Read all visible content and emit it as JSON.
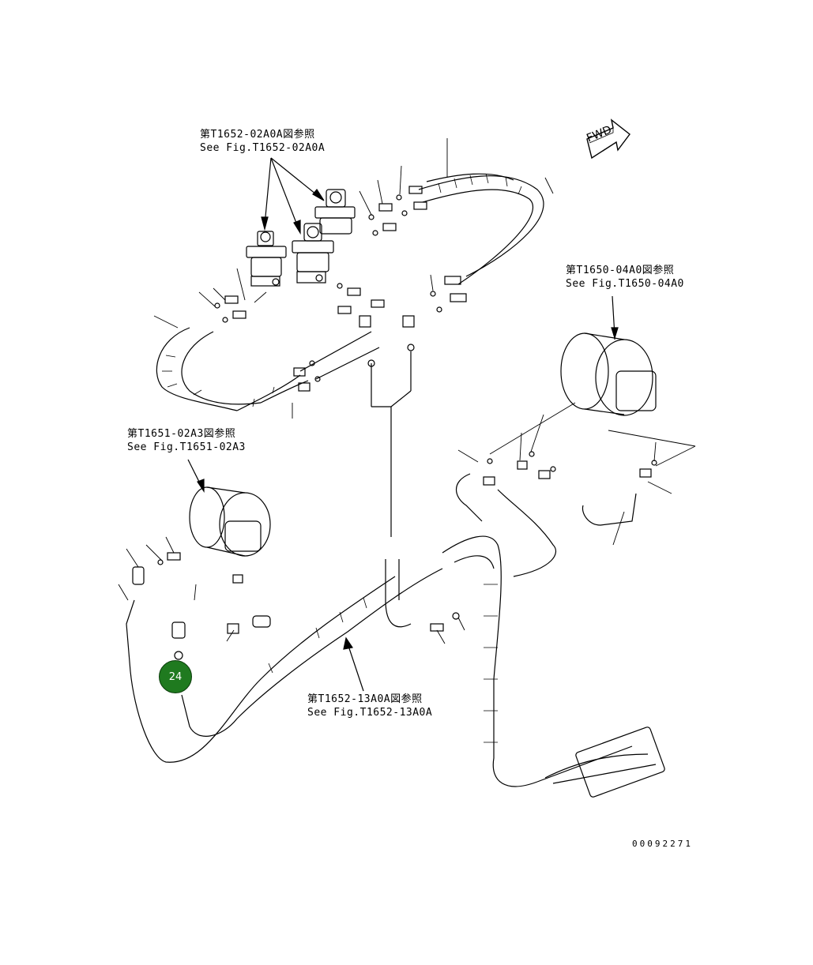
{
  "references": [
    {
      "jp": "第T1652-02A0A図参照",
      "en": "See Fig.T1652-02A0A"
    },
    {
      "jp": "第T1650-04A0図参照",
      "en": "See Fig.T1650-04A0"
    },
    {
      "jp": "第T1651-02A3図参照",
      "en": "See Fig.T1651-02A3"
    },
    {
      "jp": "第T1652-13A0A図参照",
      "en": "See Fig.T1652-13A0A"
    }
  ],
  "direction_label": "FWD",
  "callout": {
    "number": "24",
    "color": "#1f7a1f"
  },
  "drawing_number": "00092271"
}
